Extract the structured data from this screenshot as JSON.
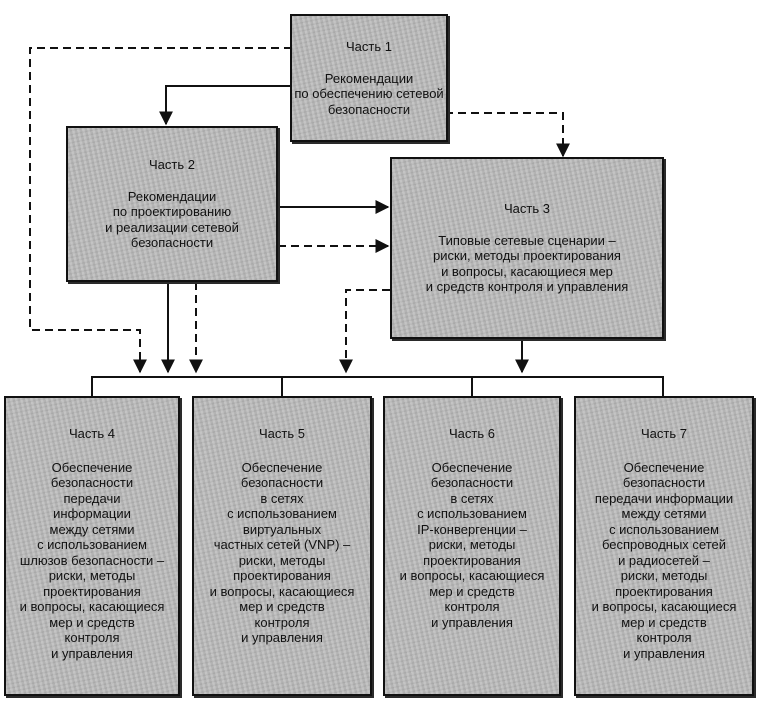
{
  "diagram": {
    "part1": {
      "title": "Часть 1",
      "body": "Рекомендации\nпо обеспечению сетевой\nбезопасности"
    },
    "part2": {
      "title": "Часть 2",
      "body": "Рекомендации\nпо проектированию\nи реализации сетевой\nбезопасности"
    },
    "part3": {
      "title": "Часть 3",
      "body": "Типовые сетевые сценарии –\nриски, методы проектирования\nи вопросы, касающиеся мер\nи средств контроля и управления"
    },
    "part4": {
      "title": "Часть 4",
      "body": "Обеспечение\nбезопасности\nпередачи\nинформации\nмежду сетями\nс использованием\nшлюзов безопасности –\nриски, методы\nпроектирования\nи вопросы, касающиеся\nмер и средств\nконтроля\nи управления"
    },
    "part5": {
      "title": "Часть 5",
      "body": "Обеспечение\nбезопасности\nв сетях\nс использованием\nвиртуальных\nчастных сетей (VNP) –\nриски, методы\nпроектирования\nи вопросы, касающиеся\nмер и средств\nконтроля\nи управления"
    },
    "part6": {
      "title": "Часть 6",
      "body": "Обеспечение\nбезопасности\nв сетях\nс использованием\nIP-конвергенции –\nриски, методы\nпроектирования\nи вопросы, касающиеся\nмер и средств\nконтроля\nи управления"
    },
    "part7": {
      "title": "Часть 7",
      "body": "Обеспечение\nбезопасности\nпередачи информации\nмежду сетями\nс использованием\nбеспроводных сетей\nи радиосетей –\nриски, методы\nпроектирования\nи вопросы, касающиеся\nмер и средств\nконтроля\nи управления"
    }
  }
}
